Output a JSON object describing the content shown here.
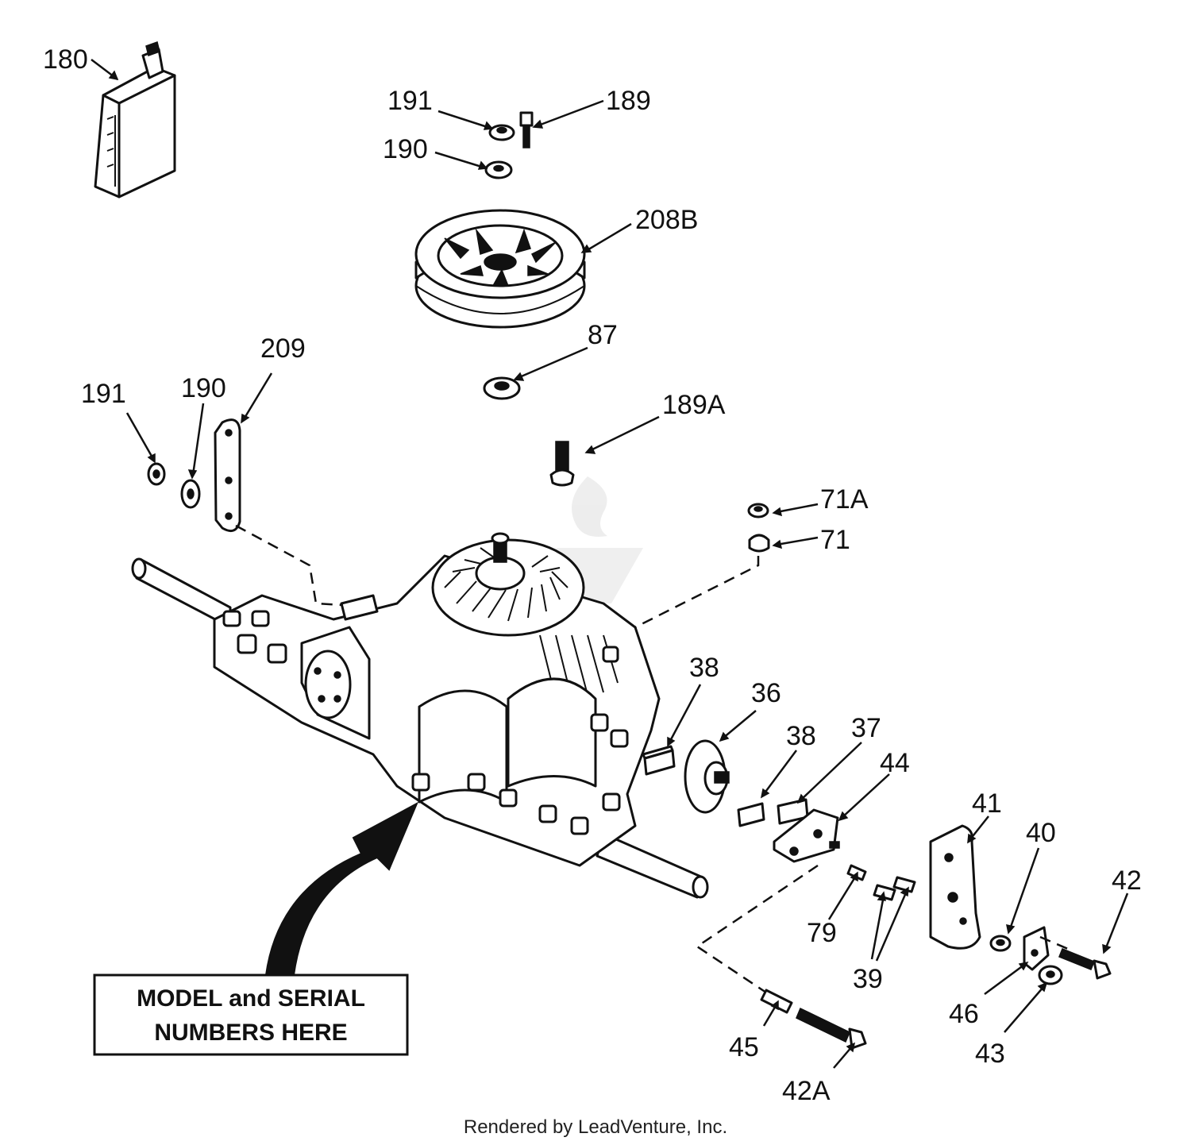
{
  "labels": {
    "p180": "180",
    "p191a": "191",
    "p189": "189",
    "p190a": "190",
    "p208b": "208B",
    "p87": "87",
    "p209": "209",
    "p191b": "191",
    "p190b": "190",
    "p189a": "189A",
    "p71a": "71A",
    "p71": "71",
    "p38a": "38",
    "p36": "36",
    "p38b": "38",
    "p37": "37",
    "p44": "44",
    "p41": "41",
    "p40": "40",
    "p42": "42",
    "p79": "79",
    "p39": "39",
    "p46": "46",
    "p43": "43",
    "p45": "45",
    "p42a": "42A"
  },
  "callout": {
    "line1": "MODEL and SERIAL",
    "line2": "NUMBERS HERE"
  },
  "footer": "Rendered by LeadVenture, Inc."
}
